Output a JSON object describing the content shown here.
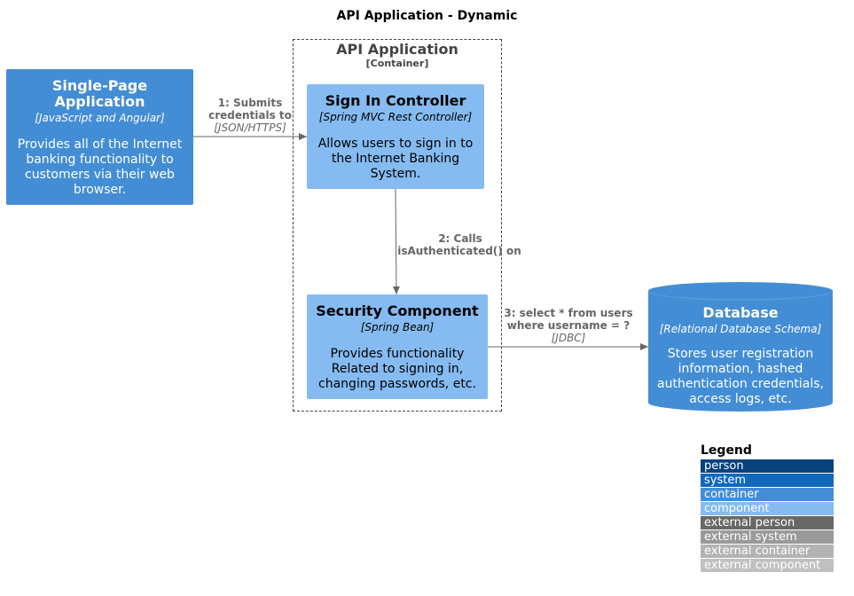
{
  "title": "API Application - Dynamic",
  "spa": {
    "name": "Single-Page Application",
    "tech": "[JavaScript and Angular]",
    "description": "Provides all of the Internet banking functionality to customers via their web browser."
  },
  "boundary": {
    "name": "API Application",
    "type": "[Container]"
  },
  "sign_in": {
    "name": "Sign In Controller",
    "tech": "[Spring MVC Rest Controller]",
    "description": "Allows users to sign in to the Internet Banking System."
  },
  "security": {
    "name": "Security Component",
    "tech": "[Spring Bean]",
    "description": "Provides functionality Related to signing in, changing passwords, etc."
  },
  "database": {
    "name": "Database",
    "tech": "[Relational Database Schema]",
    "description": "Stores user registration information, hashed authentication credentials, access logs, etc."
  },
  "relations": [
    {
      "line1": "1: Submits",
      "line2": "credentials to",
      "tech": "[JSON/HTTPS]"
    },
    {
      "line1": "2: Calls",
      "line2": "isAuthenticated() on"
    },
    {
      "line1": "3: select * from users",
      "line2": "where username = ?",
      "tech": "[JDBC]"
    }
  ],
  "legend": {
    "title": "Legend",
    "items": [
      {
        "label": "person",
        "color": "#08427b"
      },
      {
        "label": "system",
        "color": "#1168bd"
      },
      {
        "label": "container",
        "color": "#438dd5"
      },
      {
        "label": "component",
        "color": "#85bbf0"
      },
      {
        "label": "external person",
        "color": "#686868"
      },
      {
        "label": "external system",
        "color": "#999999"
      },
      {
        "label": "external container",
        "color": "#b3b3b3"
      },
      {
        "label": "external component",
        "color": "#c0c0c0"
      }
    ]
  }
}
